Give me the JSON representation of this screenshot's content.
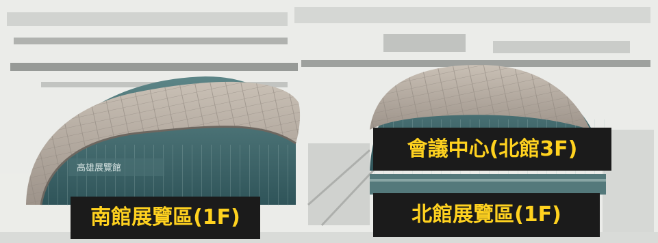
{
  "labels": {
    "south_hall": "南館展覽區(1F)",
    "convention_center": "會議中心(北館3F)",
    "north_hall": "北館展覽區(1F)"
  },
  "signage": {
    "facade_sign": "高雄展覽館"
  },
  "colors": {
    "label_background": "#1b1b1b",
    "label_text": "#ffd21f",
    "glass": "#3f6a6f",
    "roof": "#b9b0a6",
    "background": "#e9ebe8"
  }
}
